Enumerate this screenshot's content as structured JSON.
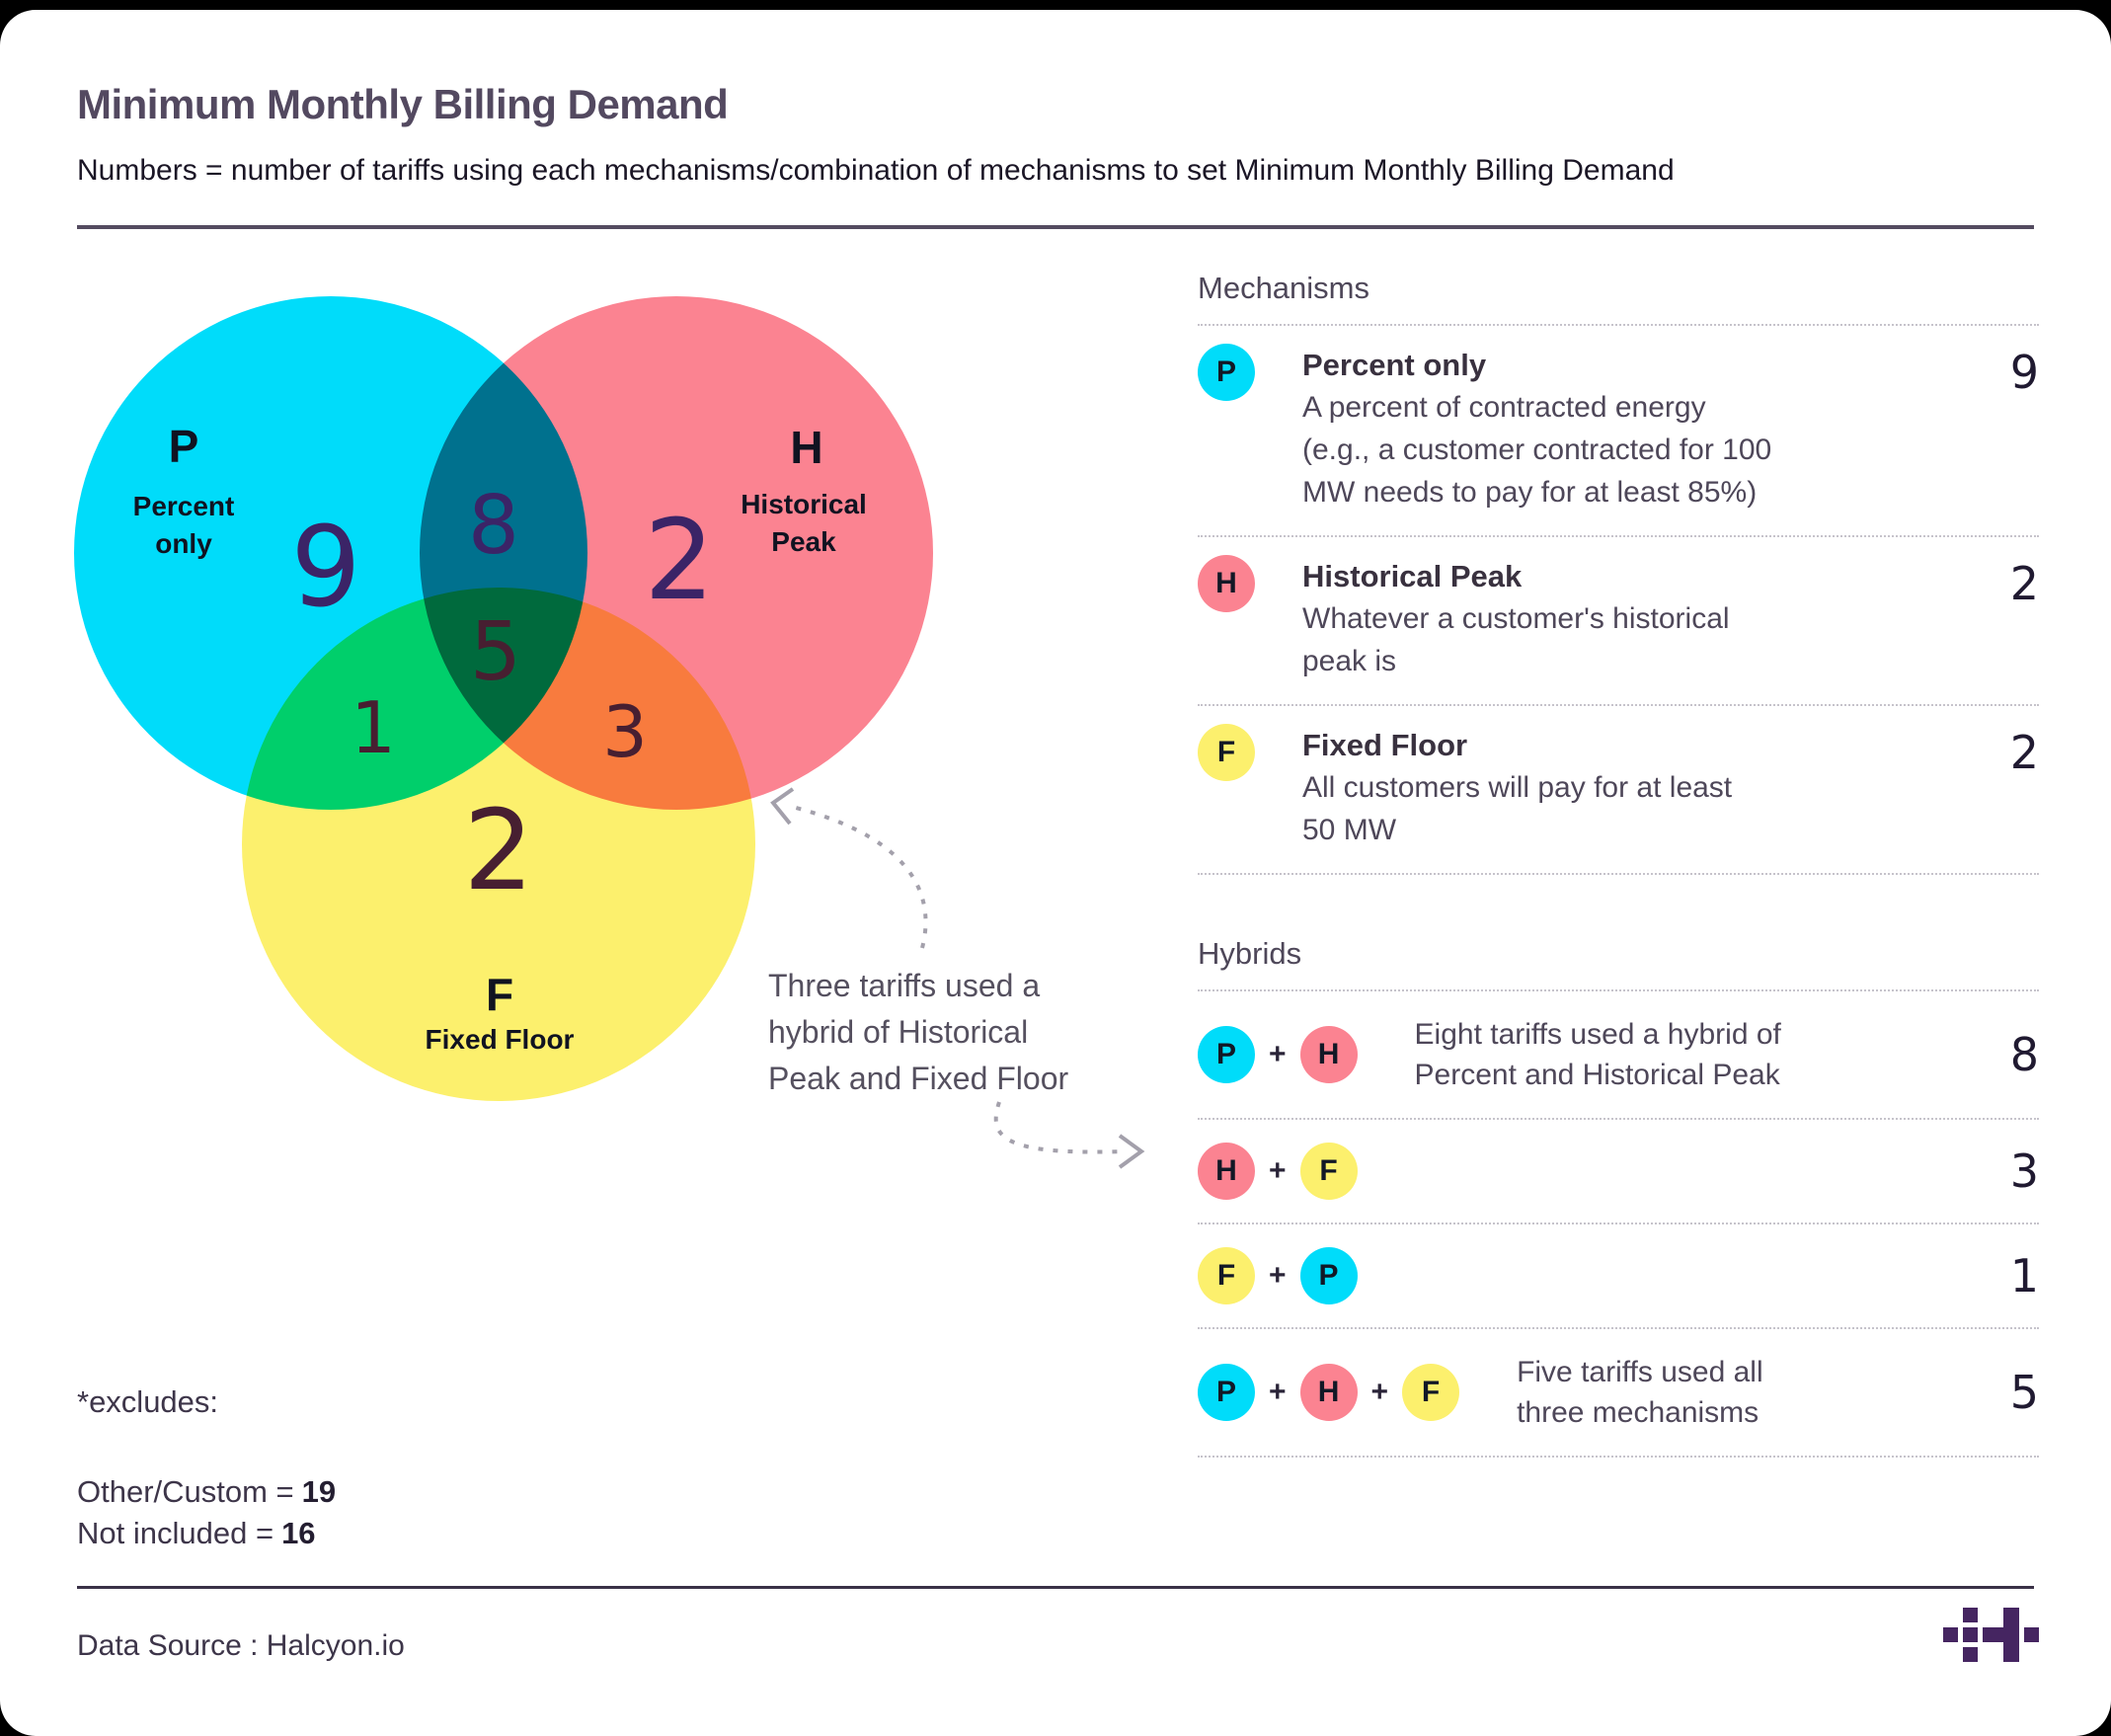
{
  "header": {
    "title": "Minimum Monthly Billing Demand",
    "subtitle": "Numbers = number of tariffs using each mechanisms/combination of mechanisms to set Minimum Monthly Billing Demand"
  },
  "palette": {
    "P": "#00dcfa",
    "H": "#fb8391",
    "F": "#fcf06d"
  },
  "colors": {
    "number_purple": "#3b2467",
    "number_maroon": "#471f31",
    "arrow_gray": "#a3a0ab",
    "logo_purple": "#452561",
    "divider": "#544b60"
  },
  "venn": {
    "p_letter": "P",
    "p_label": "Percent\nonly",
    "p_value": "9",
    "h_letter": "H",
    "h_label": "Historical\nPeak",
    "h_value": "2",
    "f_letter": "F",
    "f_label": "Fixed Floor",
    "f_value": "2",
    "ph_value": "8",
    "pf_value": "1",
    "hf_value": "3",
    "phf_value": "5",
    "annotation": "Three tariffs used a\nhybrid of Historical\nPeak and Fixed Floor"
  },
  "mechanisms": {
    "heading": "Mechanisms",
    "rows": [
      {
        "badge": "P",
        "title": "Percent only",
        "desc": "A percent of contracted energy\n(e.g., a customer contracted for 100\nMW needs to pay for at least 85%)",
        "value": "9"
      },
      {
        "badge": "H",
        "title": "Historical Peak",
        "desc": "Whatever a customer's historical\npeak is",
        "value": "2"
      },
      {
        "badge": "F",
        "title": "Fixed Floor",
        "desc": "All customers will pay for at least\n50 MW",
        "value": "2"
      }
    ]
  },
  "hybrids": {
    "heading": "Hybrids",
    "plus": "+",
    "rows": [
      {
        "badges": [
          "P",
          "H"
        ],
        "note": "Eight tariffs used a hybrid of\nPercent and Historical Peak",
        "value": "8"
      },
      {
        "badges": [
          "H",
          "F"
        ],
        "note": "",
        "value": "3"
      },
      {
        "badges": [
          "F",
          "P"
        ],
        "note": "",
        "value": "1"
      },
      {
        "badges": [
          "P",
          "H",
          "F"
        ],
        "note": "Five tariffs used all\nthree mechanisms",
        "value": "5"
      }
    ]
  },
  "excludes": {
    "heading": "*excludes:",
    "line1_label": "Other/Custom  =",
    "line1_value": "19",
    "line2_label": "Not included =",
    "line2_value": "16"
  },
  "footer": {
    "source": "Data Source : Halcyon.io"
  },
  "chart_data": {
    "type": "venn",
    "title": "Minimum Monthly Billing Demand",
    "sets": [
      {
        "id": "P",
        "label": "Percent only",
        "only_value": 9,
        "color": "#00dcfa"
      },
      {
        "id": "H",
        "label": "Historical Peak",
        "only_value": 2,
        "color": "#fb8391"
      },
      {
        "id": "F",
        "label": "Fixed Floor",
        "only_value": 2,
        "color": "#fcf06d"
      }
    ],
    "intersections": [
      {
        "sets": [
          "P",
          "H"
        ],
        "value": 8
      },
      {
        "sets": [
          "P",
          "F"
        ],
        "value": 1
      },
      {
        "sets": [
          "H",
          "F"
        ],
        "value": 3
      },
      {
        "sets": [
          "P",
          "H",
          "F"
        ],
        "value": 5
      }
    ],
    "excluded": {
      "Other/Custom": 19,
      "Not included": 16
    }
  }
}
